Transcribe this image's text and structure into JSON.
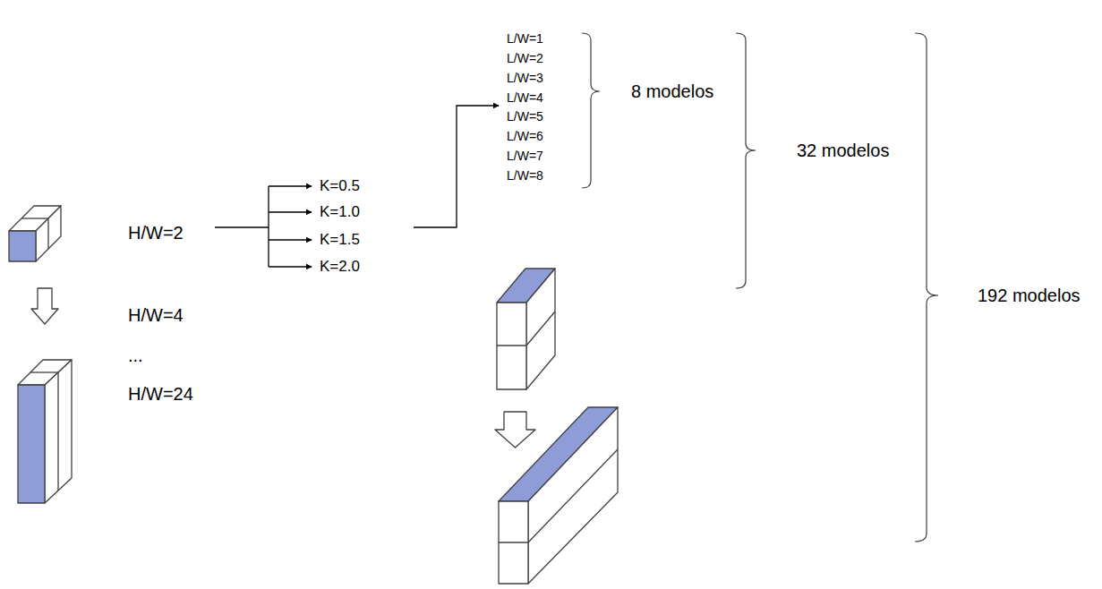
{
  "diagram": {
    "labels": [
      "H/W=2",
      "H/W=4",
      "...",
      "H/W=24",
      "K=0.5",
      "K=1.0",
      "K=1.5",
      "K=2.0",
      "L/W=1",
      "L/W=2",
      "L/W=3",
      "L/W=4",
      "L/W=5",
      "L/W=6",
      "L/W=7",
      "L/W=8",
      "8 modelos",
      "32 modelos",
      "192 modelos"
    ]
  }
}
